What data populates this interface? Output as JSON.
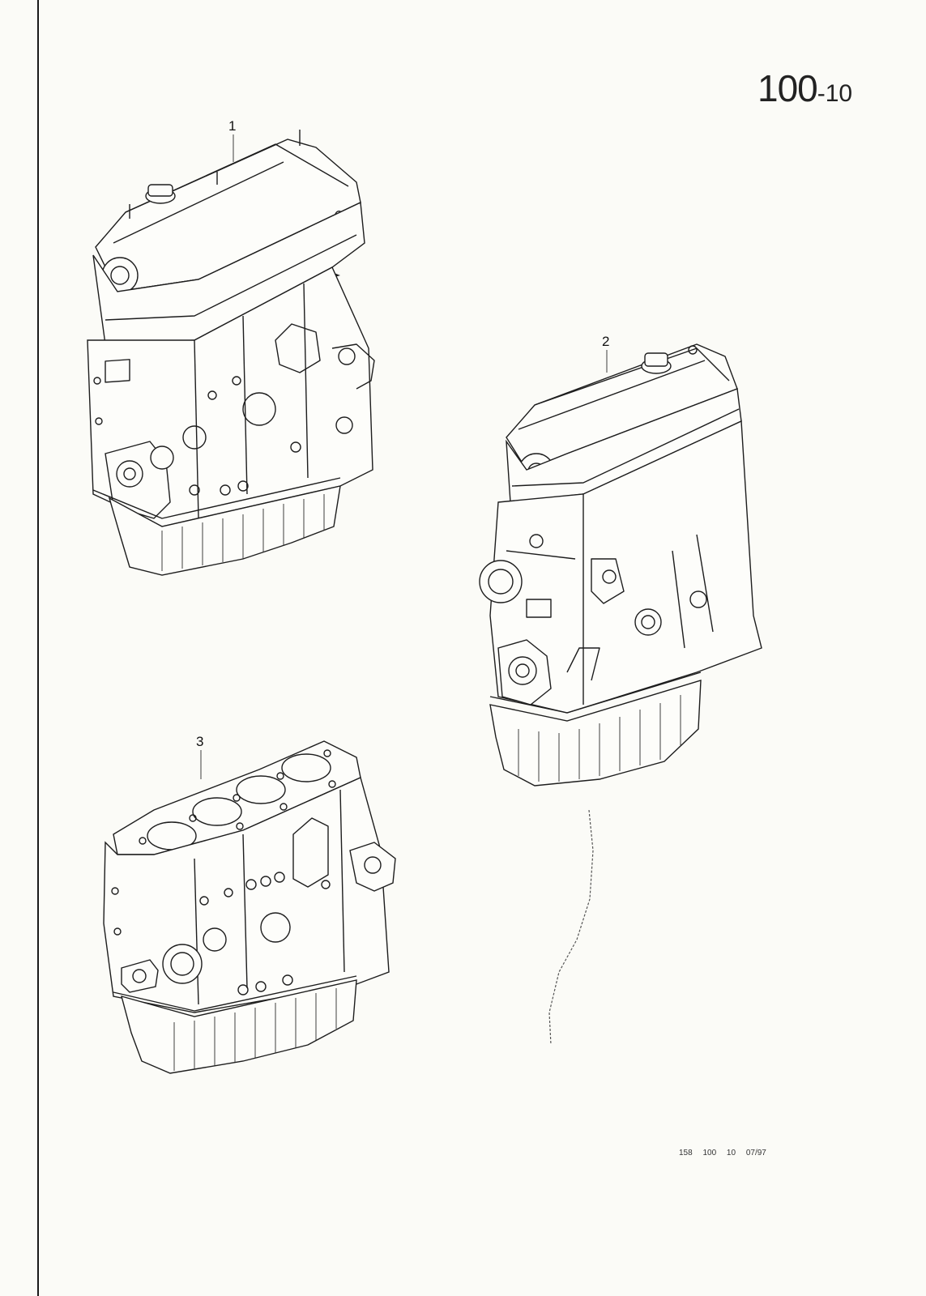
{
  "page": {
    "number_main": "100",
    "number_suffix": "-10",
    "footer_code": "158 100 10 07/97"
  },
  "callouts": [
    {
      "label": "1"
    },
    {
      "label": "2"
    },
    {
      "label": "3"
    }
  ],
  "illustrations": [
    {
      "icon": "engine-long-block-icon",
      "callout": "1"
    },
    {
      "icon": "engine-long-block-rear-icon",
      "callout": "2"
    },
    {
      "icon": "engine-short-block-icon",
      "callout": "3"
    }
  ]
}
